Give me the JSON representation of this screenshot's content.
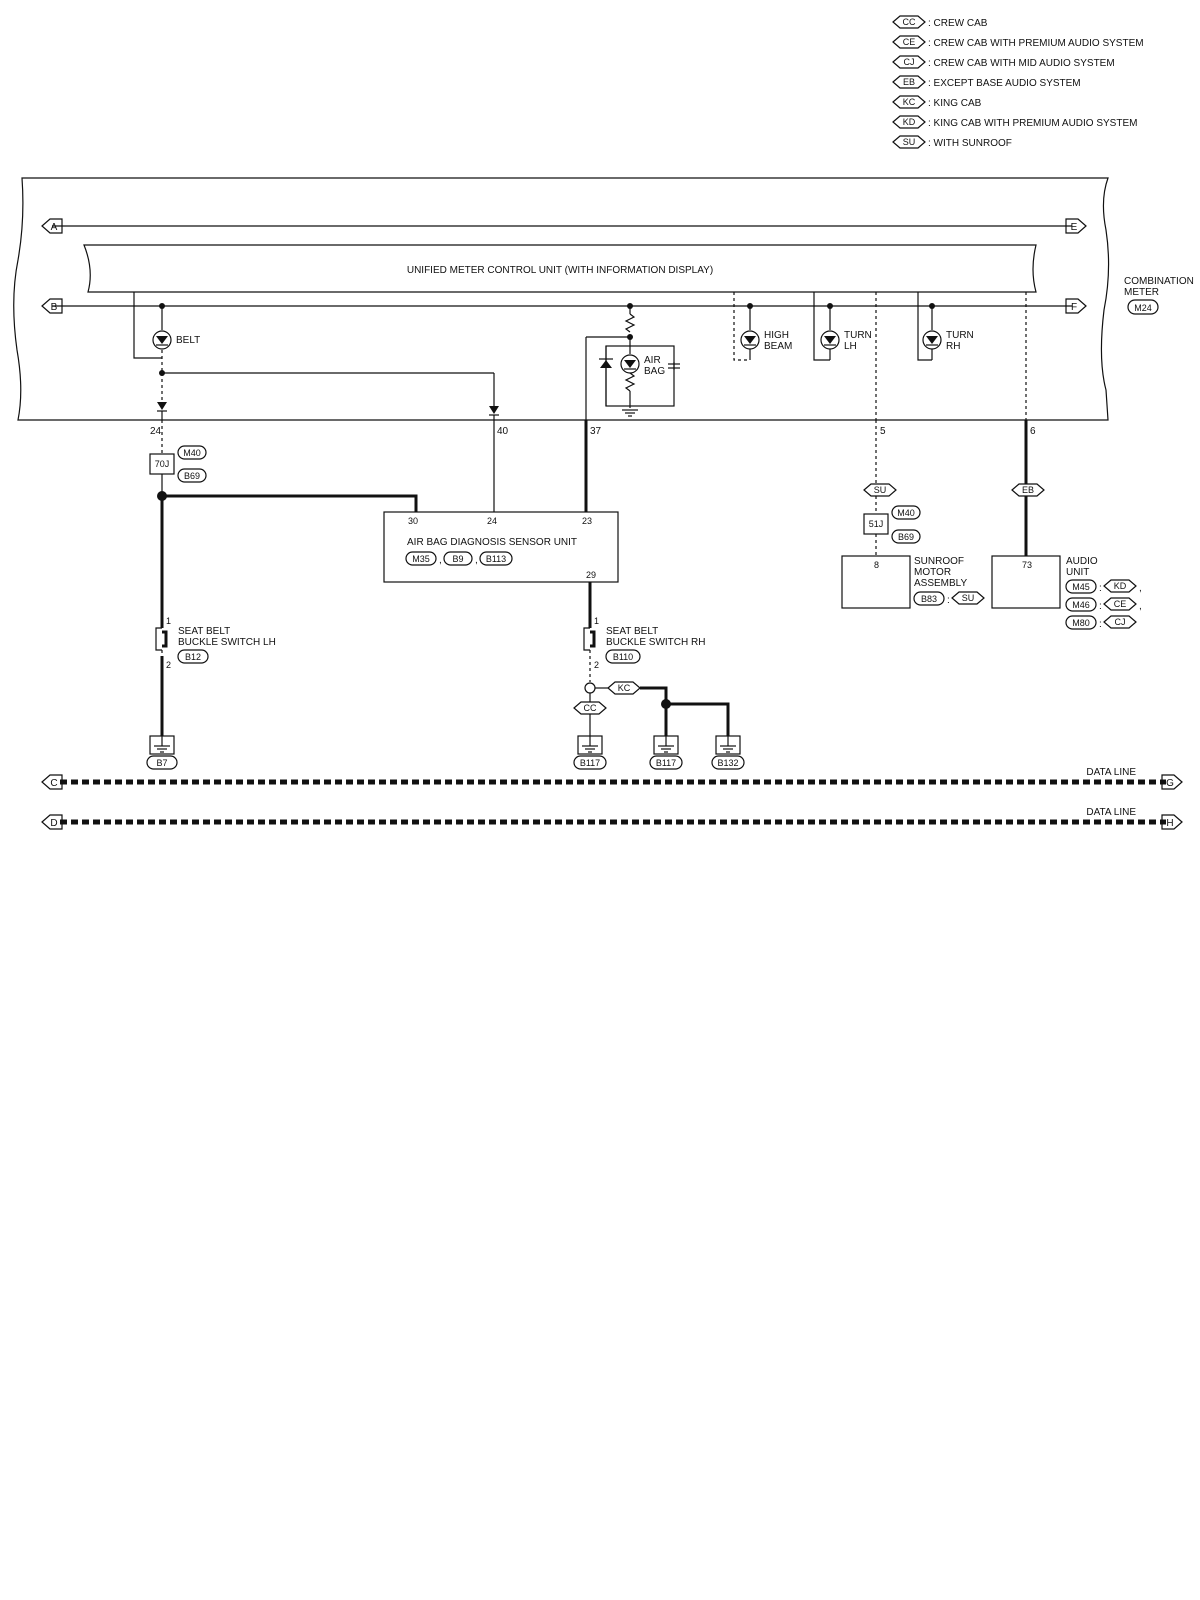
{
  "legend": [
    {
      "code": "CC",
      "text": ": CREW CAB"
    },
    {
      "code": "CE",
      "text": ": CREW CAB WITH PREMIUM AUDIO SYSTEM"
    },
    {
      "code": "CJ",
      "text": ": CREW CAB WITH MID AUDIO SYSTEM"
    },
    {
      "code": "EB",
      "text": ": EXCEPT BASE AUDIO SYSTEM"
    },
    {
      "code": "KC",
      "text": ": KING CAB"
    },
    {
      "code": "KD",
      "text": ": KING CAB WITH PREMIUM AUDIO SYSTEM"
    },
    {
      "code": "SU",
      "text": ": WITH SUNROOF"
    }
  ],
  "combination_meter": {
    "label_line1": "COMBINATION",
    "label_line2": "METER",
    "connector": "M24",
    "control_unit": "UNIFIED METER CONTROL UNIT (WITH INFORMATION DISPLAY)",
    "bus_left_top": "A",
    "bus_right_top": "E",
    "bus_left_bottom": "B",
    "bus_right_bottom": "F",
    "lamps": {
      "belt": "BELT",
      "airbag_line1": "AIR",
      "airbag_line2": "BAG",
      "high_beam_line1": "HIGH",
      "high_beam_line2": "BEAM",
      "turn_lh_line1": "TURN",
      "turn_lh_line2": "LH",
      "turn_rh_line1": "TURN",
      "turn_rh_line2": "RH"
    },
    "pins": {
      "p24": "24",
      "p40": "40",
      "p37": "37",
      "p5": "5",
      "p6": "6"
    }
  },
  "joint_left": {
    "connector_top": "M40",
    "connector_bottom": "B69",
    "pin": "70J"
  },
  "joint_right": {
    "connector_top": "M40",
    "connector_bottom": "B69",
    "pin": "51J"
  },
  "airbag_unit": {
    "label": "AIR BAG DIAGNOSIS SENSOR UNIT",
    "connectors": [
      "M35",
      "B9",
      "B113"
    ],
    "pins": {
      "p30": "30",
      "p24": "24",
      "p23": "23",
      "p29": "29"
    }
  },
  "sunroof": {
    "line1": "SUNROOF",
    "line2": "MOTOR",
    "line3": "ASSEMBLY",
    "pin": "8",
    "connector": "B83",
    "condition": "SU",
    "wire_condition": "SU"
  },
  "audio": {
    "line1": "AUDIO",
    "line2": "UNIT",
    "pin": "73",
    "wire_condition": "EB",
    "connectors": [
      {
        "conn": "M45",
        "cond": "KD"
      },
      {
        "conn": "M46",
        "cond": "CE"
      },
      {
        "conn": "M80",
        "cond": "CJ"
      }
    ]
  },
  "switch_lh": {
    "line1": "SEAT BELT",
    "line2": "BUCKLE SWITCH LH",
    "connector": "B12",
    "pin1": "1",
    "pin2": "2"
  },
  "switch_rh": {
    "line1": "SEAT BELT",
    "line2": "BUCKLE SWITCH RH",
    "connector": "B110",
    "pin1": "1",
    "pin2": "2",
    "cond_cc": "CC",
    "cond_kc": "KC"
  },
  "grounds": {
    "g1": "B7",
    "g2": "B117",
    "g3": "B117",
    "g4": "B132"
  },
  "data_lines": [
    {
      "label": "DATA LINE",
      "left": "C",
      "right": "G"
    },
    {
      "label": "DATA LINE",
      "left": "D",
      "right": "H"
    }
  ]
}
